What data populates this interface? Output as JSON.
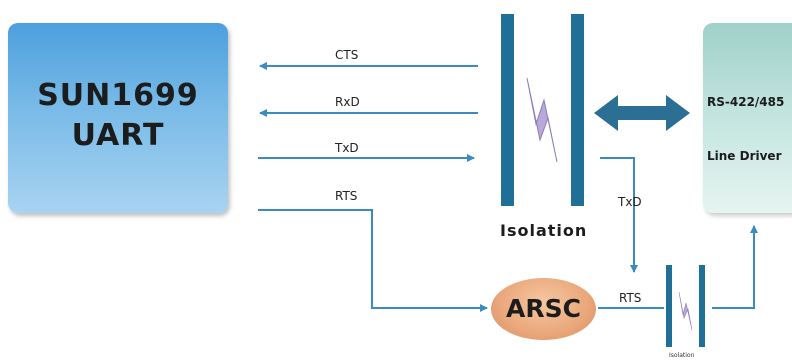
{
  "blocks": {
    "uart": {
      "line1": "SUN1699",
      "line2": "UART"
    },
    "driver": {
      "line1": "RS-422/485",
      "line2": "Line Driver"
    },
    "arsc": {
      "label": "ARSC"
    }
  },
  "signals": {
    "cts": "CTS",
    "rxd": "RxD",
    "txd": "TxD",
    "rts": "RTS",
    "txd_down": "TxD",
    "rts_arsc": "RTS"
  },
  "isolation": {
    "main_label": "Isolation",
    "small_label": "Isolation"
  },
  "colors": {
    "line": "#3a8cc0",
    "bar": "#1f6f96",
    "arrow": "#2b6f95"
  }
}
